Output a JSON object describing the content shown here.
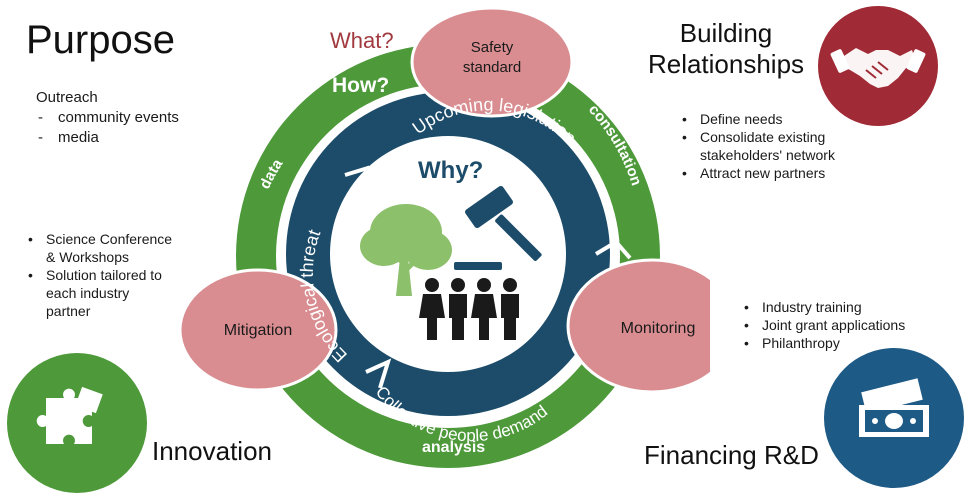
{
  "corners": {
    "purpose": {
      "title": "Purpose"
    },
    "building": {
      "title_line1": "Building",
      "title_line2": "Relationships"
    },
    "innovation": {
      "title": "Innovation"
    },
    "financing": {
      "title": "Financing R&D"
    }
  },
  "left_top": {
    "heading": "Outreach",
    "items": [
      "community events",
      "media"
    ]
  },
  "left_mid": {
    "items": [
      [
        "Science Conference",
        "& Workshops"
      ],
      [
        "Solution tailored to",
        "each industry",
        "partner"
      ]
    ]
  },
  "right_top": {
    "items": [
      [
        "Define needs"
      ],
      [
        "Consolidate existing",
        "stakeholders' network"
      ],
      [
        "Attract new partners"
      ]
    ]
  },
  "right_mid": {
    "items": [
      "Industry training",
      "Joint grant applications",
      "Philanthropy"
    ]
  },
  "diagram": {
    "what_label": "What?",
    "how_label": "How?",
    "why_label": "Why?",
    "outer_ring": {
      "data": "data",
      "consultation": "consultation",
      "analysis": "analysis"
    },
    "nodes": {
      "safety_line1": "Safety",
      "safety_line2": "standard",
      "mitigation": "Mitigation",
      "monitoring": "Monitoring"
    },
    "inner_ring": {
      "upcoming": "Upcoming legislation",
      "ecological": "Ecological threat",
      "collective": "Collective people demand"
    }
  },
  "colors": {
    "green": "#4e9a3a",
    "green_light": "#8cc06b",
    "navy": "#1c4c6a",
    "red_circle": "#a02a35",
    "blue_circle": "#1e5a86",
    "pink": "#d98d91",
    "what_red": "#a13a3f"
  },
  "icons": {
    "building": "handshake-icon",
    "innovation": "puzzle-icon",
    "financing": "banknote-icon",
    "why": "gavel-icon"
  }
}
